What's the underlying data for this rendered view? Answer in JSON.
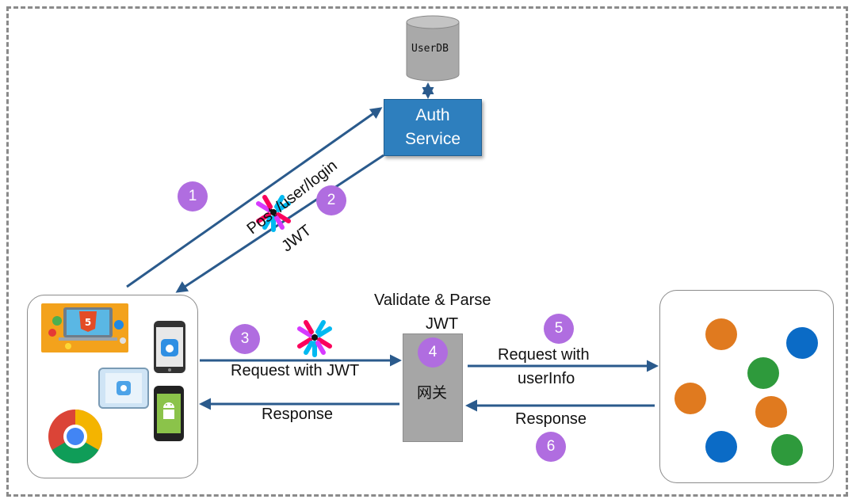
{
  "database": {
    "label": "UserDB"
  },
  "auth_service": {
    "line1": "Auth",
    "line2": "Service"
  },
  "steps": [
    "1",
    "2",
    "3",
    "4",
    "5",
    "6"
  ],
  "labels": {
    "post_login": "Post /user/login",
    "jwt": "JWT",
    "request_with_jwt": "Request with JWT",
    "validate_parse_line1": "Validate & Parse",
    "validate_parse_line2": "JWT",
    "request_with_userinfo_line1": "Request with",
    "request_with_userinfo_line2": "userInfo",
    "response_client": "Response",
    "response_service": "Response"
  },
  "gateway": {
    "label": "网关"
  },
  "icons": {
    "client_panel": [
      "html5-icon",
      "iphone-icon",
      "ipad-icon",
      "android-phone-icon",
      "chrome-icon"
    ],
    "jwt_logo": "jwt-logo-icon"
  },
  "service_nodes": [
    {
      "color": "#e07a1f"
    },
    {
      "color": "#0b6bc6"
    },
    {
      "color": "#2e9a3c"
    },
    {
      "color": "#e07a1f"
    },
    {
      "color": "#e07a1f"
    },
    {
      "color": "#0b6bc6"
    },
    {
      "color": "#2e9a3c"
    }
  ],
  "colors": {
    "arrow": "#2a5a8c",
    "step_badge": "#b06de0",
    "auth_box": "#2e7fbe",
    "gateway": "#a6a6a6"
  }
}
